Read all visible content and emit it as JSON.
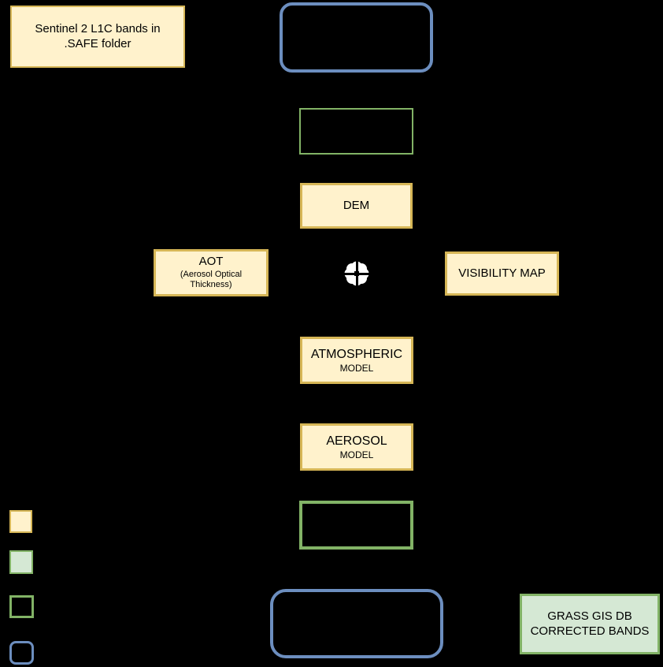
{
  "palette": {
    "canvas_bg": "#000000",
    "yellow_fill": "#fff2cc",
    "yellow_border": "#d6b656",
    "green_fill": "#d5e8d4",
    "green_border": "#82b366",
    "blue_border": "#6c8ebf",
    "text_color": "#000000",
    "icon_color": "#ffffff"
  },
  "icons": {
    "target_crosshair_icon": "white gear-target reticle with black crosshair"
  },
  "nodes": {
    "sentinel_input": {
      "line1": "Sentinel 2 L1C bands in",
      "line2": ".SAFE folder"
    },
    "dem": {
      "label": "DEM"
    },
    "aot": {
      "title": "AOT",
      "subtitle": "(Aerosol Optical Thickness)"
    },
    "visibility_map": {
      "label": "VISIBILITY MAP"
    },
    "atmospheric_model": {
      "title": "ATMOSPHERIC",
      "subtitle": "MODEL"
    },
    "aerosol_model": {
      "title": "AEROSOL",
      "subtitle": "MODEL"
    },
    "grass_gis_db": {
      "line1": "GRASS GIS DB",
      "line2": "CORRECTED BANDS"
    }
  }
}
